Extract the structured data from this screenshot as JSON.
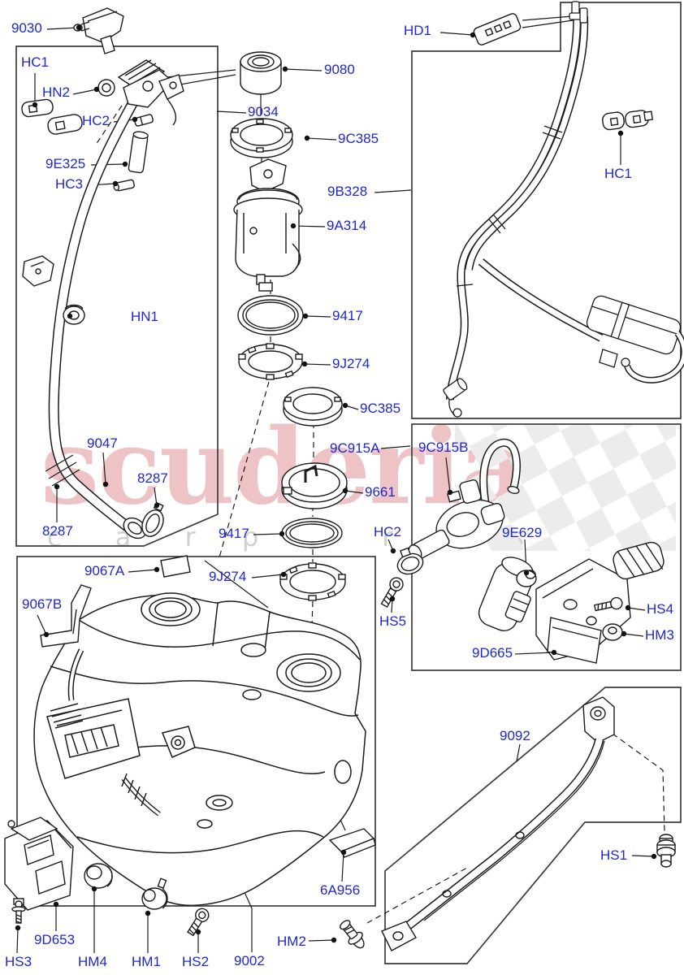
{
  "watermark": {
    "brand": "scuderia",
    "sub_left": "c a r",
    "sub_right": "p a r t s",
    "brand_color": "#c94e54",
    "sub_color": "#969696"
  },
  "colors": {
    "callout_blue": "#1f27cf",
    "line_black": "#1b1b1b",
    "box_border": "#3c3c3c",
    "checker_gray": "#ececec"
  },
  "callouts": {
    "c9030": "9030",
    "hc1a": "HC1",
    "hn2": "HN2",
    "hc2a": "HC2",
    "e325": "9E325",
    "hc3": "HC3",
    "c9080": "9080",
    "c9034": "9034",
    "c9c385a": "9C385",
    "c9b328": "9B328",
    "c9a314": "9A314",
    "c9417a": "9417",
    "c9j274a": "9J274",
    "c9c385b": "9C385",
    "hd1": "HD1",
    "hc1b": "HC1",
    "c9c915a": "9C915A",
    "c9c915b": "9C915B",
    "c9661": "9661",
    "hc2b": "HC2",
    "e629": "9E629",
    "hs5": "HS5",
    "c9d665": "9D665",
    "hs4": "HS4",
    "hm3": "HM3",
    "c9417b": "9417",
    "c9047": "9047",
    "c8287a": "8287",
    "c8287b": "8287",
    "hn1": "HN1",
    "c9067a": "9067A",
    "c9067b": "9067B",
    "c9j274b": "9J274",
    "c9092": "9092",
    "hs1": "HS1",
    "c6a956": "6A956",
    "hm2": "HM2",
    "c9002": "9002",
    "c9d653": "9D653",
    "hs3": "HS3",
    "hm4": "HM4",
    "hm1": "HM1",
    "hs2": "HS2"
  }
}
